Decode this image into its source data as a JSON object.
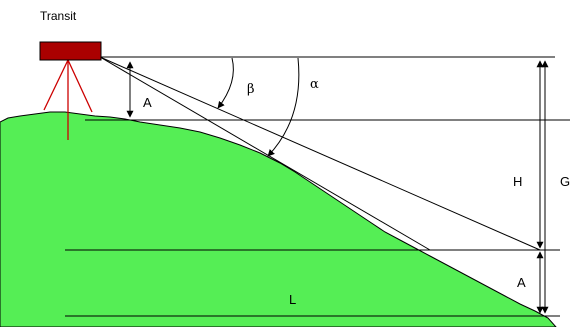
{
  "diagram": {
    "title": "Transit",
    "labels": {
      "A_upper": "A",
      "A_lower": "A",
      "H": "H",
      "G": "G",
      "L": "L",
      "beta": "β",
      "alpha": "α"
    },
    "colors": {
      "ground": "#55ee55",
      "transit_body": "#aa0000",
      "tripod": "#cc0000",
      "lines": "#000000"
    }
  }
}
